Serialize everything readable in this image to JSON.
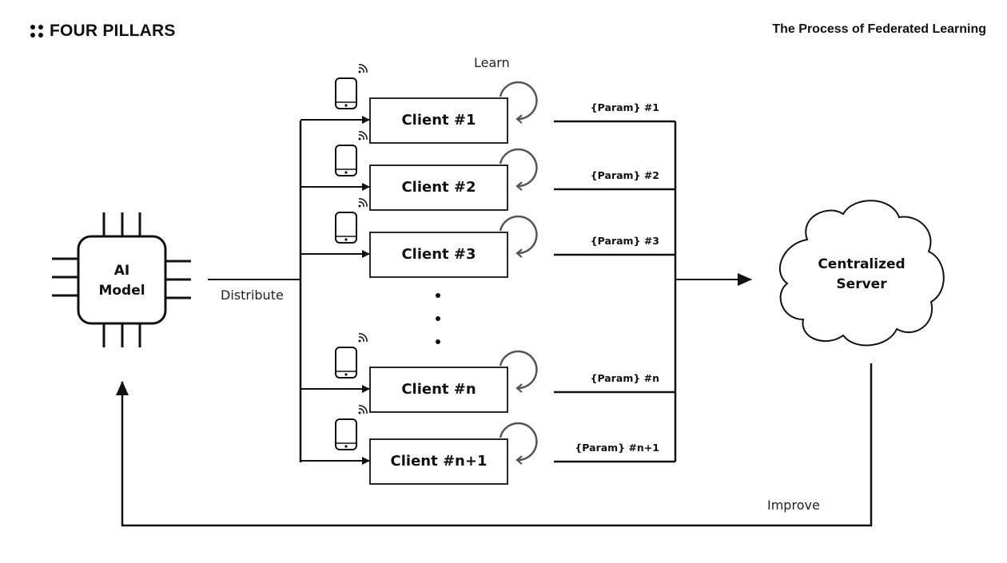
{
  "header": {
    "brand": "FOUR PILLARS",
    "title": "The Process of Federated Learning"
  },
  "ai_model": {
    "line1": "AI",
    "line2": "Model"
  },
  "labels": {
    "distribute": "Distribute",
    "learn": "Learn",
    "improve": "Improve"
  },
  "clients": [
    {
      "name": "Client #1",
      "param": "{Param} #1"
    },
    {
      "name": "Client #2",
      "param": "{Param} #2"
    },
    {
      "name": "Client #3",
      "param": "{Param} #3"
    },
    {
      "name": "Client #n",
      "param": "{Param} #n"
    },
    {
      "name": "Client #n+1",
      "param": "{Param} #n+1"
    }
  ],
  "server": {
    "line1": "Centralized",
    "line2": "Server"
  },
  "colors": {
    "ink": "#111111",
    "loop": "#555555",
    "background": "#ffffff"
  }
}
